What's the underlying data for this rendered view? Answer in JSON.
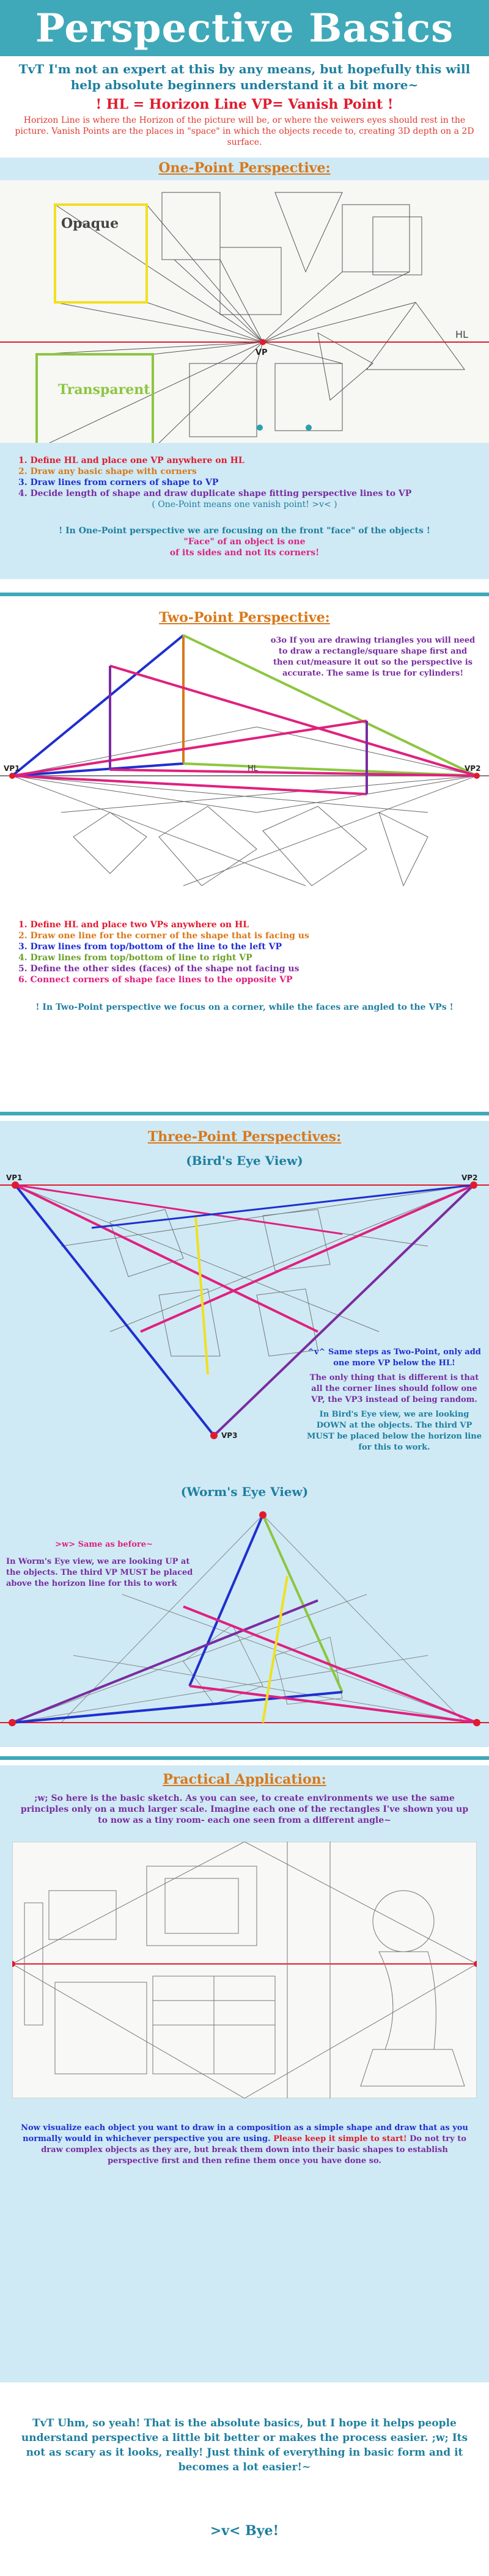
{
  "header": {
    "title": "Perspective Basics"
  },
  "intro": {
    "lead": "TvT I'm not an expert at this by any means, but hopefully this will help absolute beginners understand it a bit more~",
    "defs": "! HL = Horizon Line   VP= Vanish Point !",
    "explanation": "Horizon Line is where the Horizon of the picture will be, or where the veiwers eyes should rest in the picture. Vanish Points are the places in \"space\" in which the objects recede to, creating 3D depth on a 2D surface."
  },
  "one_point": {
    "title": "One-Point Perspective:",
    "opaque_label": "Opaque",
    "transparent_label": "Transparent",
    "hl_label": "HL",
    "vp_label": "VP",
    "steps": [
      "1. Define HL and place one VP anywhere on HL",
      "2. Draw any basic shape with corners",
      "3. Draw lines from corners of shape to VP",
      "4. Decide length of shape and draw duplicate shape fitting perspective lines to VP"
    ],
    "step_note": "( One-Point means one vanish point! >v< )",
    "note_1": "! In One-Point perspective we are focusing on the front \"face\" of the objects !",
    "note_2": "\"Face\" of an object is one",
    "note_3": "of its sides and not its corners!"
  },
  "two_point": {
    "title": "Two-Point Perspective:",
    "vp1": "VP1",
    "vp2": "VP2",
    "hl_label": "HL",
    "tip": "o3o If you are drawing triangles you will need to draw a rectangle/square shape first and then cut/measure it out so the perspective is accurate. The same is true for cylinders!",
    "steps": [
      "1. Define HL and place two VPs anywhere on HL",
      "2. Draw one line for the corner of the shape that is facing us",
      "3. Draw lines from top/bottom of the line to the left VP",
      "4. Draw lines from top/bottom of line to right VP",
      "5. Define the other sides (faces) of the shape not facing us",
      "6. Connect corners of shape face lines to the opposite VP"
    ],
    "note": "! In Two-Point perspective we focus on a corner, while the faces are angled to the VPs !"
  },
  "three_point": {
    "title": "Three-Point Perspectives:",
    "birds_title": "(Bird's Eye View)",
    "vp1": "VP1",
    "vp2": "VP2",
    "vp3": "VP3",
    "birds_note_1": "^v^ Same steps as Two-Point, only add one more VP below the HL!",
    "birds_note_2": "The only thing that is different is that all the corner lines should follow one VP, the VP3 instead of being random.",
    "birds_note_3": "In Bird's Eye view, we are looking DOWN at the objects. The third VP MUST be placed below the horizon line for this to work.",
    "worms_title": "(Worm's Eye View)",
    "worms_note_1": ">w> Same as before~",
    "worms_note_2": "In Worm's Eye view, we are looking UP at the objects. The third VP MUST be placed above the horizon line for this to work"
  },
  "practical": {
    "title": "Practical Application:",
    "intro": ";w; So here is the basic sketch. As you can see, to create environments we use the same principles only on a much larger scale. Imagine each one of the rectangles I've shown you up to now as a tiny room- each one seen from a different angle~",
    "body_a": "Now visualize each object you want to draw in a composition as a simple shape and draw that as you normally would in whichever perspective you are using.",
    "body_b": "Please keep it simple to start!",
    "body_c": "Do not try to draw complex objects as they are, but break them down into their basic shapes to establish perspective first and then refine them once you have done so."
  },
  "closing": {
    "text": "TvT Uhm, so yeah! That is the absolute basics, but I hope it helps people understand perspective a little bit better or makes the process easier. ;w; Its not as scary as it looks, really! Just think of everything in basic form and it becomes a lot easier!~",
    "bye": ">v< Bye!"
  },
  "colors": {
    "teal": "#3fa9b9",
    "panel": "#cfeaf5",
    "orange": "#d9781a",
    "red": "#e01b2e",
    "blue": "#1f2fd0",
    "magenta": "#e0207f",
    "purple": "#7a2ca0",
    "green": "#8cc63f",
    "yellow": "#f0e020"
  }
}
